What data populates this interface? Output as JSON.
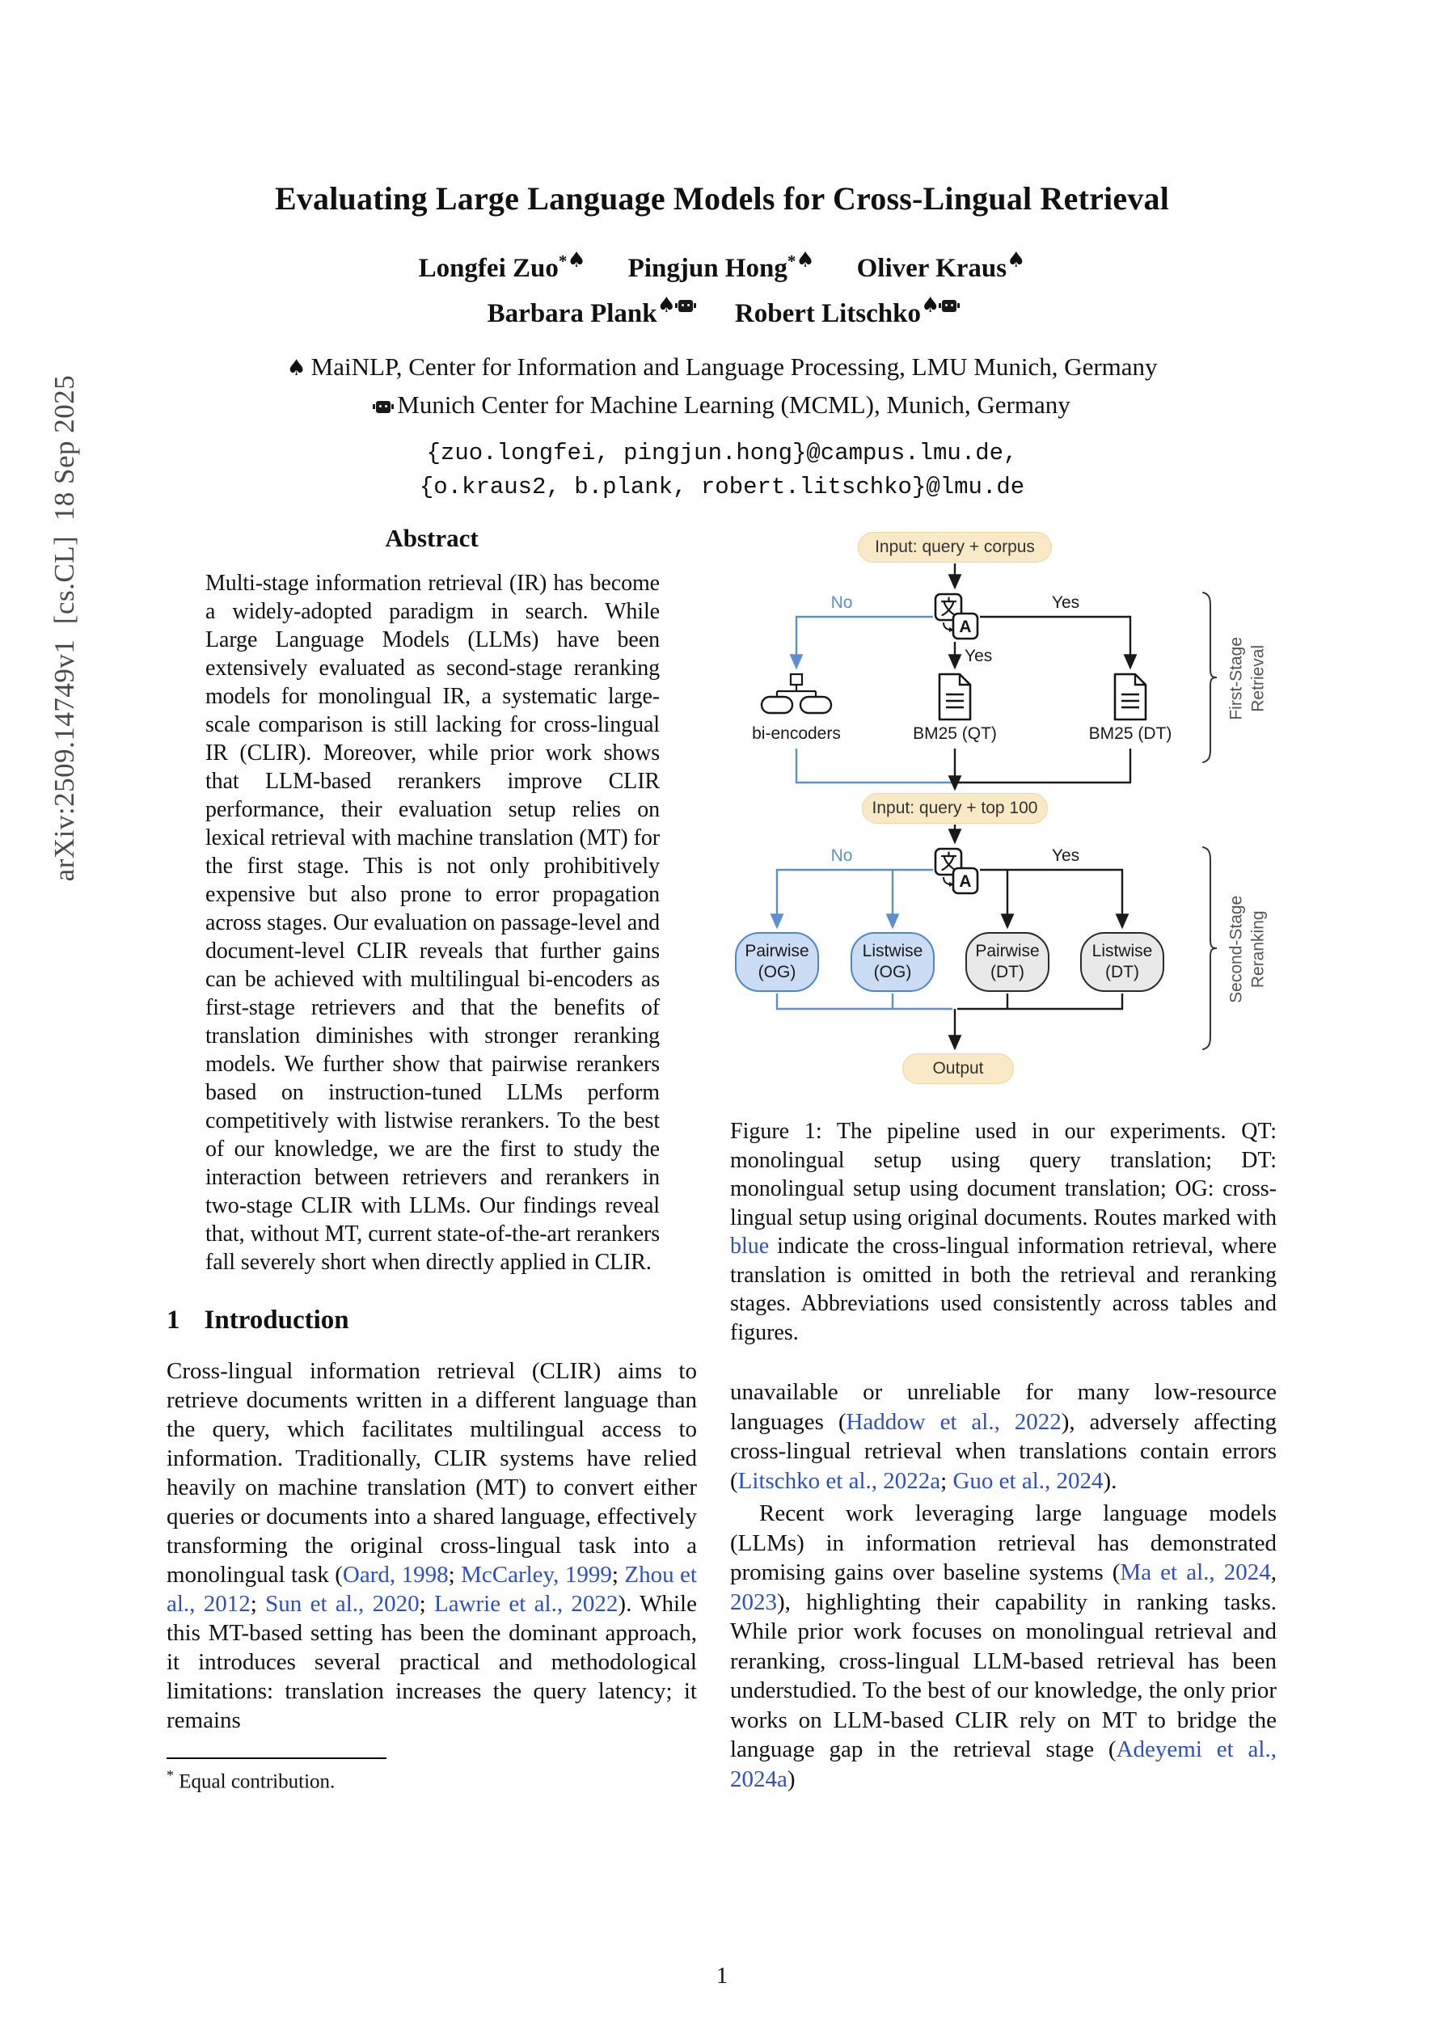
{
  "arxiv_stamp": "arXiv:2509.14749v1  [cs.CL]  18 Sep 2025",
  "header": {
    "title": "Evaluating Large Language Models for Cross-Lingual Retrieval",
    "authors": [
      {
        "name": "Longfei Zuo",
        "star": "*",
        "spade": "♠"
      },
      {
        "name": "Pingjun Hong",
        "star": "*",
        "spade": "♠"
      },
      {
        "name": "Oliver Kraus",
        "star": "",
        "spade": "♠"
      },
      {
        "name": "Barbara Plank",
        "star": "",
        "spade": "♠"
      },
      {
        "name": "Robert Litschko",
        "star": "",
        "spade": "♠"
      }
    ],
    "affiliations": [
      {
        "symbol": "♠",
        "text": "MaiNLP, Center for Information and Language Processing, LMU Munich, Germany"
      },
      {
        "symbol": "robot",
        "text": "Munich Center for Machine Learning (MCML), Munich, Germany"
      }
    ],
    "emails": [
      "{zuo.longfei, pingjun.hong}@campus.lmu.de,",
      "{o.kraus2, b.plank, robert.litschko}@lmu.de"
    ]
  },
  "abstract": {
    "heading": "Abstract",
    "text": "Multi-stage information retrieval (IR) has become a widely-adopted paradigm in search. While Large Language Models (LLMs) have been extensively evaluated as second-stage reranking models for monolingual IR, a systematic large-scale comparison is still lacking for cross-lingual IR (CLIR). Moreover, while prior work shows that LLM-based rerankers improve CLIR performance, their evaluation setup relies on lexical retrieval with machine translation (MT) for the first stage. This is not only prohibitively expensive but also prone to error propagation across stages. Our evaluation on passage-level and document-level CLIR reveals that further gains can be achieved with multilingual bi-encoders as first-stage retrievers and that the benefits of translation diminishes with stronger reranking models. We further show that pairwise rerankers based on instruction-tuned LLMs perform competitively with listwise rerankers. To the best of our knowledge, we are the first to study the interaction between retrievers and rerankers in two-stage CLIR with LLMs. Our findings reveal that, without MT, current state-of-the-art rerankers fall severely short when directly applied in CLIR."
  },
  "sections": {
    "intro": {
      "number": "1",
      "title": "Introduction"
    }
  },
  "intro_p1_segments": [
    {
      "t": "Cross-lingual information retrieval (CLIR) aims to retrieve documents written in a different language than the query, which facilitates multilingual access to information. Traditionally, CLIR systems have relied heavily on machine translation (MT) to convert either queries or documents into a shared language, effectively transforming the original cross-lingual task into a monolingual task ("
    },
    {
      "t": "Oard, 1998",
      "c": "link"
    },
    {
      "t": "; "
    },
    {
      "t": "McCarley, 1999",
      "c": "link"
    },
    {
      "t": "; "
    },
    {
      "t": "Zhou et al., 2012",
      "c": "link"
    },
    {
      "t": "; "
    },
    {
      "t": "Sun et al., 2020",
      "c": "link"
    },
    {
      "t": "; "
    },
    {
      "t": "Lawrie et al., 2022",
      "c": "link"
    },
    {
      "t": "). While this MT-based setting has been the dominant approach, it introduces several practical and methodological limitations: translation increases the query latency; it remains"
    }
  ],
  "right_col": {
    "p1_segments": [
      {
        "t": "unavailable or unreliable for many low-resource languages ("
      },
      {
        "t": "Haddow et al., 2022",
        "c": "link"
      },
      {
        "t": "), adversely affecting cross-lingual retrieval when translations contain errors ("
      },
      {
        "t": "Litschko et al., 2022a",
        "c": "link"
      },
      {
        "t": "; "
      },
      {
        "t": "Guo et al., 2024",
        "c": "link"
      },
      {
        "t": ")."
      }
    ],
    "p2_segments": [
      {
        "t": "Recent work leveraging large language models (LLMs) in information retrieval has demonstrated promising gains over baseline systems ("
      },
      {
        "t": "Ma et al., 2024",
        "c": "link"
      },
      {
        "t": ", "
      },
      {
        "t": "2023",
        "c": "link"
      },
      {
        "t": "), highlighting their capability in ranking tasks. While prior work focuses on monolingual retrieval and reranking, cross-lingual LLM-based retrieval has been understudied. To the best of our knowledge, the only prior works on LLM-based CLIR rely on MT to bridge the language gap in the retrieval stage ("
      },
      {
        "t": "Adeyemi et al., 2024a",
        "c": "link"
      },
      {
        "t": ")"
      }
    ]
  },
  "figure": {
    "pill_input1": "Input: query + corpus",
    "pill_input2": "Input: query + top 100",
    "pill_output": "Output",
    "label_no": "No",
    "label_yes": "Yes",
    "node_bi_encoders": "bi-encoders",
    "node_bm25_qt": "BM25 (QT)",
    "node_bm25_dt": "BM25 (DT)",
    "reranker_pairwise_og": "Pairwise (OG)",
    "reranker_listwise_og": "Listwise (OG)",
    "reranker_pairwise_dt": "Pairwise (DT)",
    "reranker_listwise_dt": "Listwise (DT)",
    "stage1_line1": "First-Stage",
    "stage1_line2": "Retrieval",
    "stage2_line1": "Second-Stage",
    "stage2_line2": "Reranking",
    "colors": {
      "cream_fill": "#FAE9C6",
      "blue_fill": "#CBDDF4",
      "blue_stroke": "#4F86CB",
      "gray_fill": "#E9E9E9",
      "line_black": "#1a1a1a",
      "line_blue": "#5B8FD0",
      "link_blue": "#2E4FC4"
    },
    "caption_segments": [
      {
        "t": "Figure 1: The pipeline used in our experiments. QT: monolingual setup using query translation; DT: monolingual setup using document translation; OG: cross-lingual setup using original documents. Routes marked with "
      },
      {
        "t": "blue",
        "c": "link"
      },
      {
        "t": " indicate the cross-lingual information retrieval, where translation is omitted in both the retrieval and reranking stages. Abbreviations used consistently across tables and figures."
      }
    ]
  },
  "footnote": {
    "marker": "*",
    "text": "Equal contribution."
  },
  "page_number": "1"
}
